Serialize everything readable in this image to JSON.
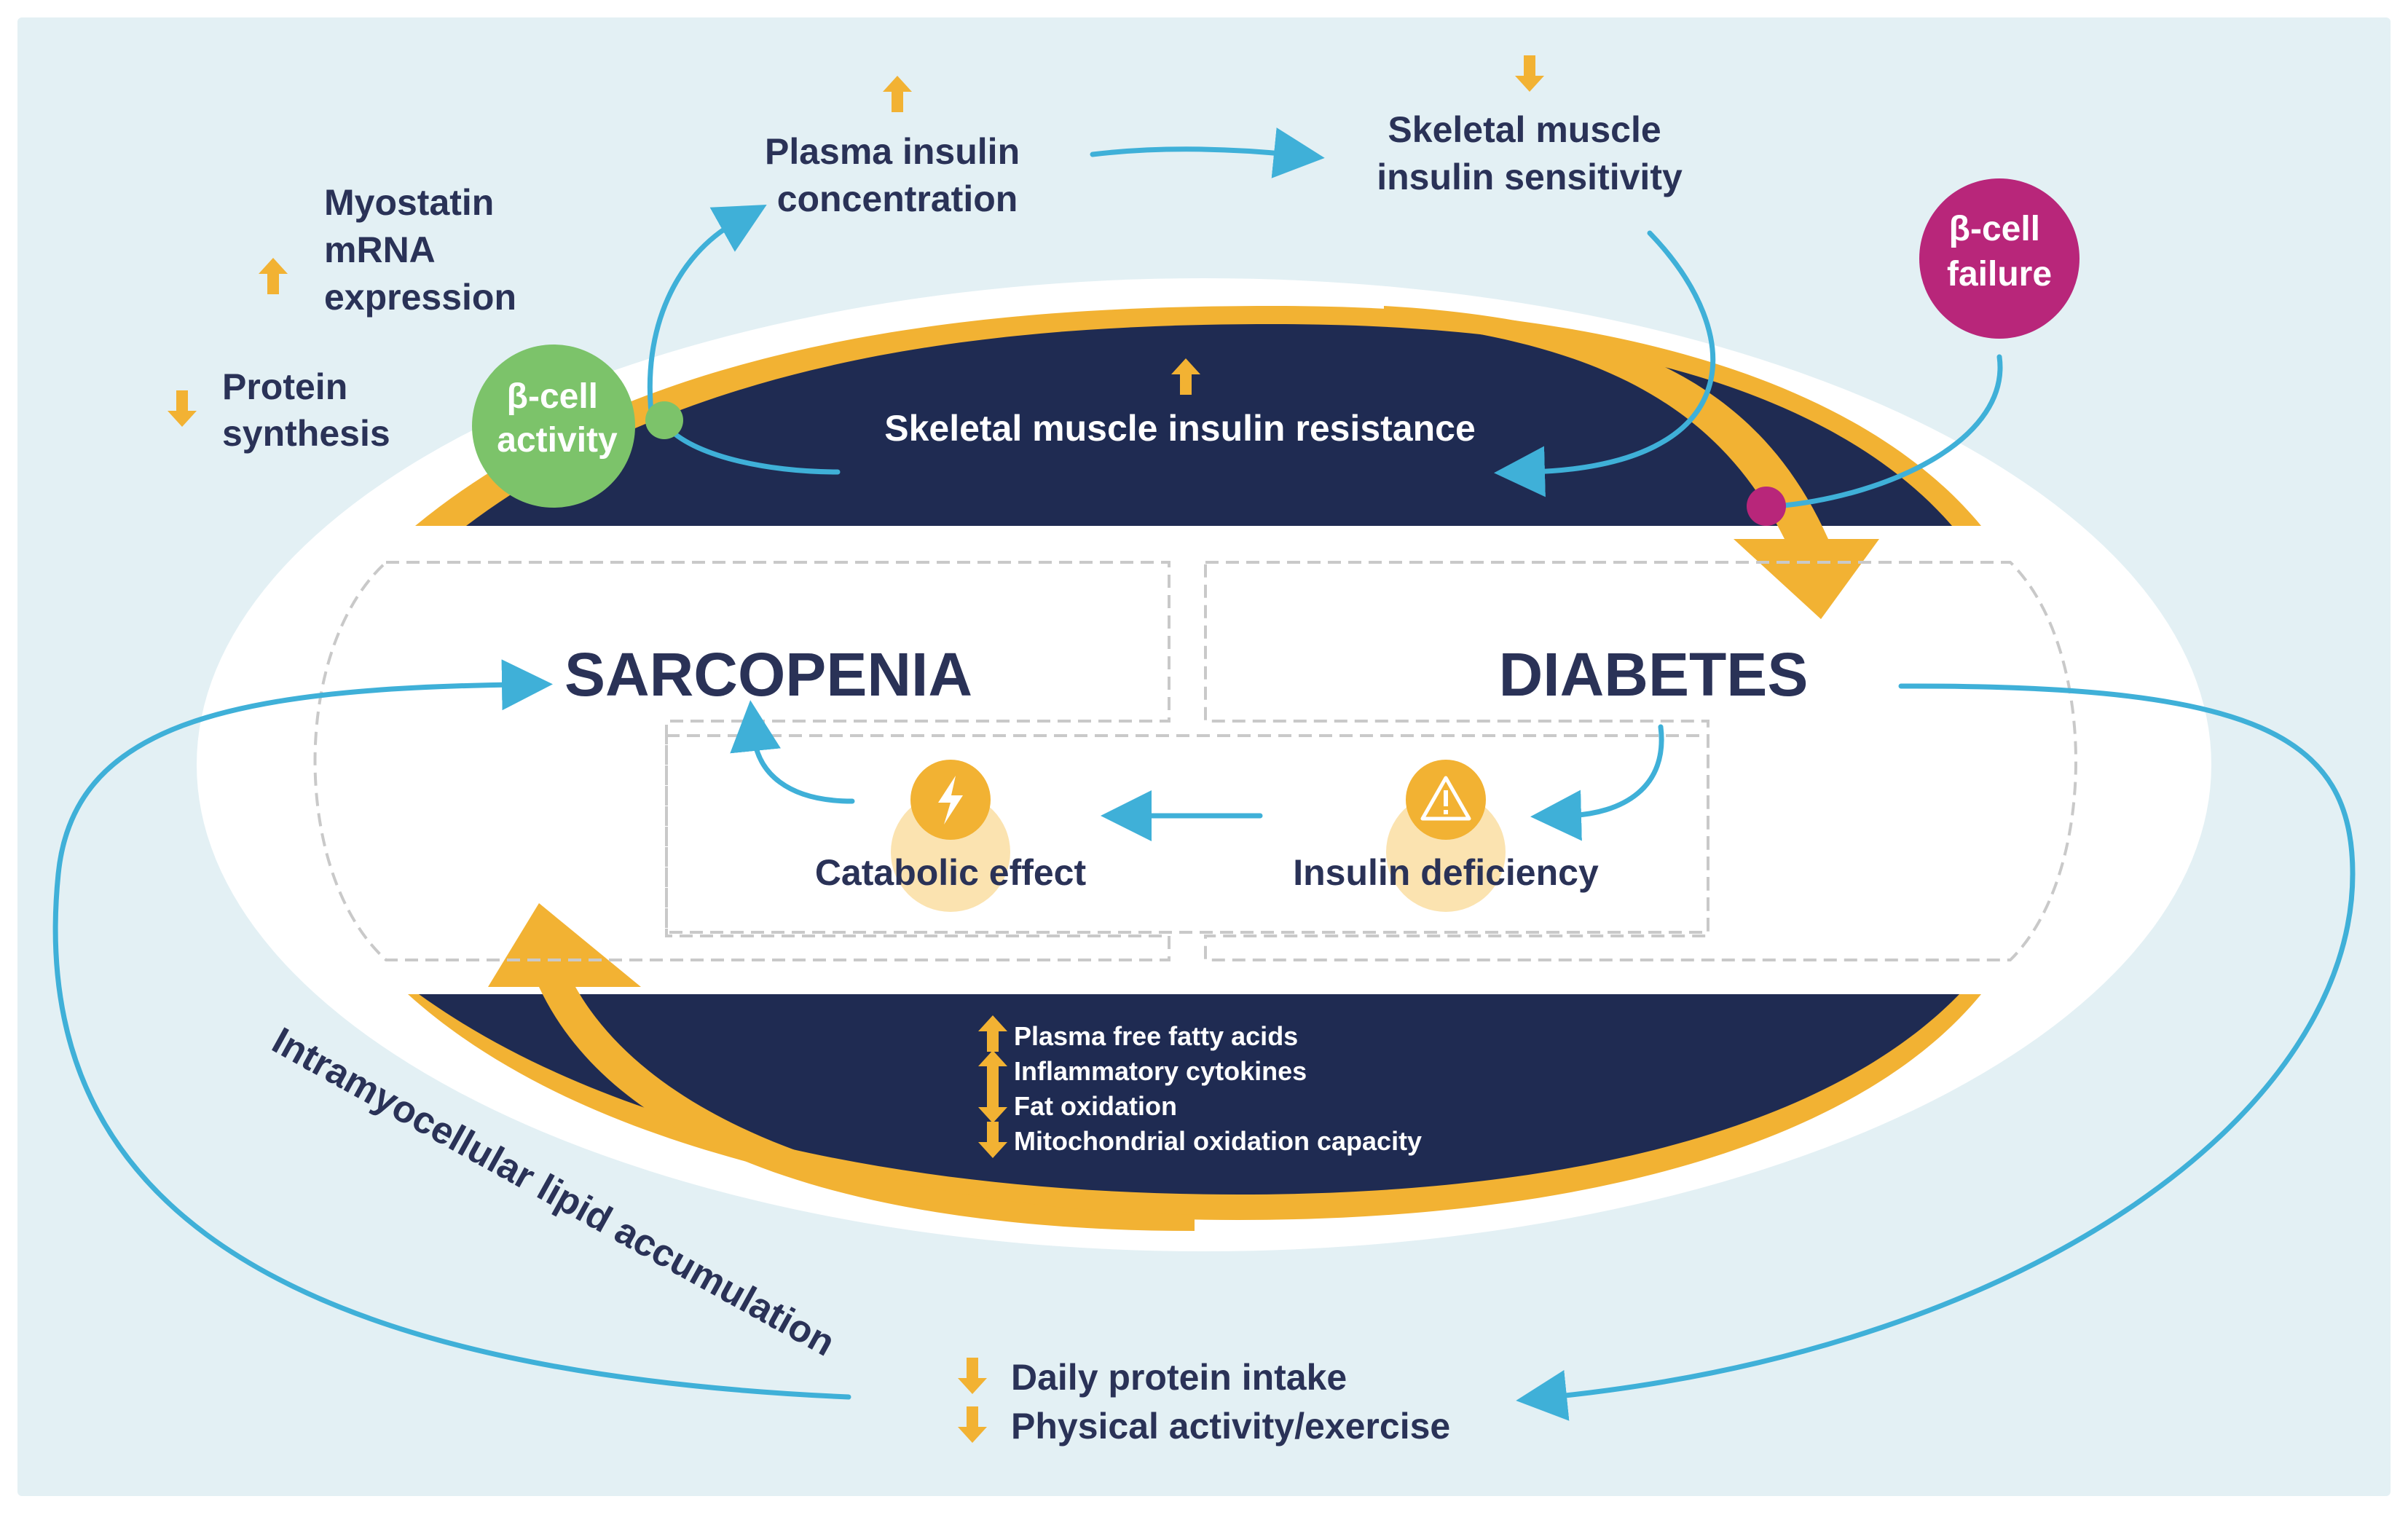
{
  "colors": {
    "background": "#e3f0f4",
    "navy": "#1f2b52",
    "gold": "#f2b233",
    "arrow_blue": "#3fb0d8",
    "green": "#7cc36a",
    "magenta": "#b8267a",
    "text_dark": "#2a3257",
    "white": "#ffffff"
  },
  "top": {
    "plasma_insulin": [
      "Plasma insulin",
      "concentration"
    ],
    "plasma_insulin_trend": "up",
    "muscle_sensitivity": [
      "Skeletal muscle",
      "insulin sensitivity"
    ],
    "muscle_sensitivity_trend": "down",
    "myostatin": [
      "Myostatin",
      "mRNA",
      "expression"
    ],
    "myostatin_trend": "up",
    "protein_synthesis": [
      "Protein",
      "synthesis"
    ],
    "protein_synthesis_trend": "down",
    "beta_activity": [
      "β-cell",
      "activity"
    ],
    "beta_failure": [
      "β-cell",
      "failure"
    ],
    "insulin_resistance": "Skeletal muscle insulin resistance",
    "insulin_resistance_trend": "up"
  },
  "center": {
    "sarcopenia": "SARCOPENIA",
    "diabetes": "DIABETES",
    "catabolic": "Catabolic effect",
    "catabolic_icon": "lightning-icon",
    "insulin_deficiency": "Insulin deficiency",
    "insulin_deficiency_icon": "warning-icon"
  },
  "bottom_band": {
    "items": [
      {
        "trend": "up",
        "label": "Plasma free fatty acids"
      },
      {
        "trend": "up",
        "label": "Inflammatory cytokines"
      },
      {
        "trend": "down",
        "label": "Fat oxidation"
      },
      {
        "trend": "down",
        "label": "Mitochondrial oxidation capacity"
      }
    ]
  },
  "side_label": "Intramyocellular lipid accumulation",
  "bottom": {
    "items": [
      {
        "trend": "down",
        "label": "Daily protein intake"
      },
      {
        "trend": "down",
        "label": "Physical activity/exercise"
      }
    ]
  }
}
